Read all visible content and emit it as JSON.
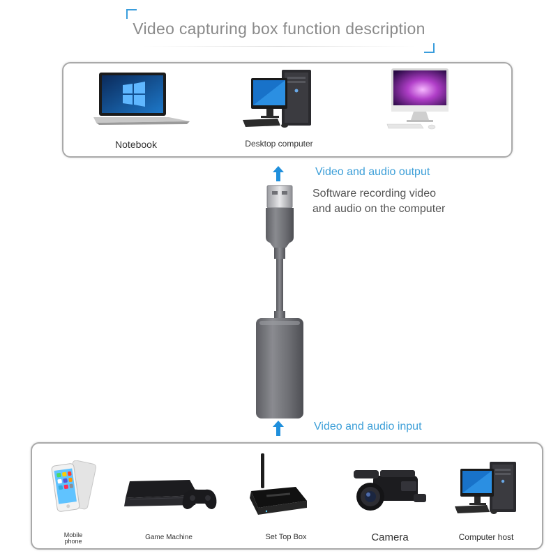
{
  "title": "Video capturing box function description",
  "output": {
    "label": "Video and audio output",
    "description_line1": "Software recording video",
    "description_line2": "and audio on the computer"
  },
  "input": {
    "label": "Video and audio input"
  },
  "top_devices": [
    {
      "label": "Notebook",
      "icon": "laptop-icon"
    },
    {
      "label": "Desktop computer",
      "icon": "desktop-computer-icon"
    },
    {
      "label": "",
      "icon": "all-in-one-computer-icon"
    }
  ],
  "bottom_devices": [
    {
      "label_line1": "Mobile",
      "label_line2": "phone",
      "icon": "mobile-phone-icon"
    },
    {
      "label": "Game Machine",
      "icon": "game-console-icon"
    },
    {
      "label": "Set Top Box",
      "icon": "set-top-box-icon"
    },
    {
      "label": "Camera",
      "icon": "camcorder-icon"
    },
    {
      "label": "Computer host",
      "icon": "computer-host-icon"
    }
  ],
  "colors": {
    "accent": "#3d9fd8",
    "panel_border": "#a9a9a9",
    "title": "#8a8a8a",
    "device_body": "#6e6f73"
  }
}
